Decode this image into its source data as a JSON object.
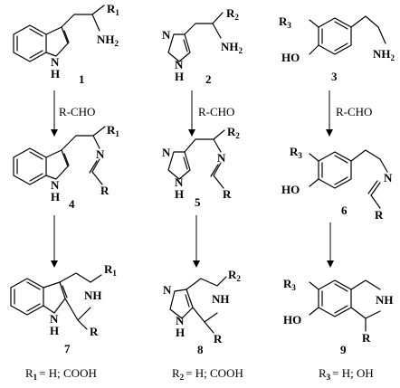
{
  "compounds": {
    "c1": {
      "number": "1",
      "substituent": "R",
      "sub_index": "1",
      "nh2": "NH",
      "nh2_index": "2",
      "nh": "N",
      "nh_h": "H"
    },
    "c2": {
      "number": "2",
      "substituent": "R",
      "sub_index": "2",
      "nh2": "NH",
      "nh2_index": "2",
      "n_top": "N",
      "nh": "N",
      "nh_h": "H"
    },
    "c3": {
      "number": "3",
      "substituent": "R",
      "sub_index": "3",
      "ho": "HO",
      "nh2": "NH",
      "nh2_index": "2"
    },
    "c4": {
      "number": "4",
      "substituent": "R",
      "sub_index": "1",
      "n_imine": "N",
      "r_imine": "R",
      "nh": "N",
      "nh_h": "H"
    },
    "c5": {
      "number": "5",
      "substituent": "R",
      "sub_index": "2",
      "n_imine": "N",
      "r_imine": "R",
      "n_top": "N",
      "nh": "N",
      "nh_h": "H"
    },
    "c6": {
      "number": "6",
      "substituent": "R",
      "sub_index": "3",
      "ho": "HO",
      "n_imine": "N",
      "r_imine": "R"
    },
    "c7": {
      "number": "7",
      "substituent": "R",
      "sub_index": "1",
      "nh_ring": "NH",
      "r_ring": "R",
      "nh": "N",
      "nh_h": "H"
    },
    "c8": {
      "number": "8",
      "substituent": "R",
      "sub_index": "2",
      "nh_ring": "NH",
      "r_ring": "R",
      "n_top": "N",
      "nh": "N",
      "nh_h": "H"
    },
    "c9": {
      "number": "9",
      "substituent": "R",
      "sub_index": "3",
      "ho": "HO",
      "nh_ring": "NH",
      "r_ring": "R"
    }
  },
  "reagents": {
    "col1": "R-CHO",
    "col2": "R-CHO",
    "col3": "R-CHO"
  },
  "footnotes": {
    "r1": {
      "symbol": "R",
      "index": "1",
      "values": "= H; COOH"
    },
    "r2": {
      "symbol": "R",
      "index": "2",
      "values": "= H; COOH"
    },
    "r3": {
      "symbol": "R",
      "index": "3",
      "values": "= H; OH"
    }
  }
}
